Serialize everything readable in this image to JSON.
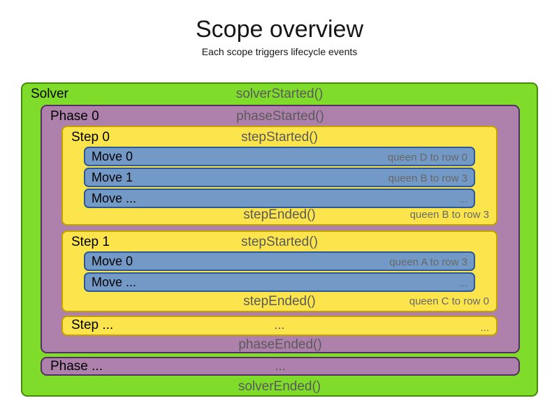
{
  "title": "Scope overview",
  "subtitle": "Each scope triggers lifecycle events",
  "colors": {
    "solver-fill": "#7fdc2b",
    "solver-border": "#448a06",
    "phase-fill": "#ae80ac",
    "phase-border": "#533060",
    "step-fill": "#fbe44c",
    "step-border": "#c4a000",
    "move-fill": "#7399c6",
    "move-border": "#2e5894",
    "event-text": "#5a5a5a",
    "note-text": "#686868"
  },
  "solver": {
    "label": "Solver",
    "started_event": "solverStarted()",
    "ended_event": "solverEnded()",
    "phases": [
      {
        "label": "Phase 0",
        "started_event": "phaseStarted()",
        "ended_event": "phaseEnded()",
        "steps": [
          {
            "label": "Step 0",
            "started_event": "stepStarted()",
            "ended_event": "stepEnded()",
            "ended_note": "queen B to row 3",
            "moves": [
              {
                "label": "Move 0",
                "note": "queen D to row 0"
              },
              {
                "label": "Move 1",
                "note": "queen B to row 3"
              },
              {
                "label": "Move ...",
                "note": "..."
              }
            ]
          },
          {
            "label": "Step 1",
            "started_event": "stepStarted()",
            "ended_event": "stepEnded()",
            "ended_note": "queen C to row 0",
            "moves": [
              {
                "label": "Move 0",
                "note": "queen A to row 3"
              },
              {
                "label": "Move ...",
                "note": "..."
              }
            ]
          }
        ],
        "more_steps": {
          "label": "Step ...",
          "center_dots": "...",
          "right_dots": "..."
        }
      }
    ],
    "more_phases": {
      "label": "Phase ...",
      "center_dots": "..."
    }
  }
}
